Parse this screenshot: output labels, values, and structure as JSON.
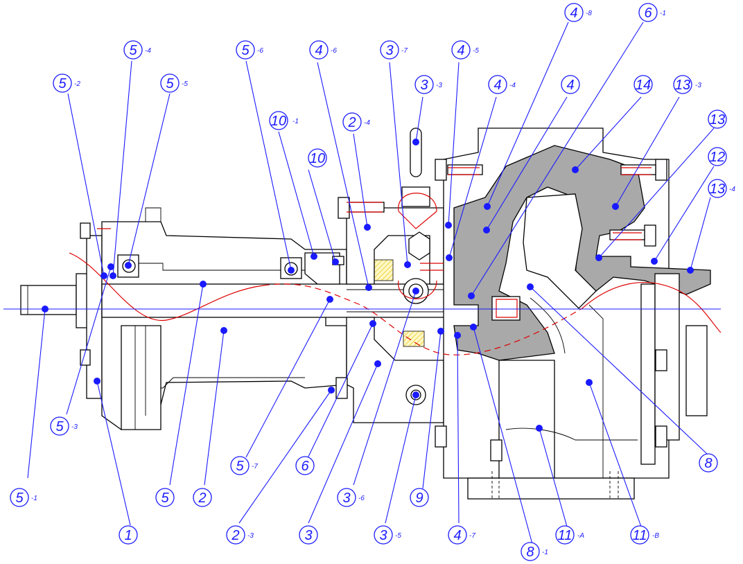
{
  "callouts": [
    {
      "num": "5",
      "suffix": "-1"
    },
    {
      "num": "5",
      "suffix": "-2"
    },
    {
      "num": "5",
      "suffix": "-3"
    },
    {
      "num": "5",
      "suffix": "-4"
    },
    {
      "num": "5",
      "suffix": "-5"
    },
    {
      "num": "5",
      "suffix": "-6"
    },
    {
      "num": "5",
      "suffix": "-7"
    },
    {
      "num": "5",
      "suffix": ""
    },
    {
      "num": "1",
      "suffix": ""
    },
    {
      "num": "2",
      "suffix": ""
    },
    {
      "num": "2",
      "suffix": "-3"
    },
    {
      "num": "2",
      "suffix": "-4"
    },
    {
      "num": "10",
      "suffix": "-1"
    },
    {
      "num": "10",
      "suffix": ""
    },
    {
      "num": "4",
      "suffix": "-6"
    },
    {
      "num": "3",
      "suffix": "-7"
    },
    {
      "num": "3",
      "suffix": "-3"
    },
    {
      "num": "4",
      "suffix": "-5"
    },
    {
      "num": "4",
      "suffix": "-4"
    },
    {
      "num": "4",
      "suffix": "-8"
    },
    {
      "num": "4",
      "suffix": ""
    },
    {
      "num": "6",
      "suffix": "-1"
    },
    {
      "num": "14",
      "suffix": ""
    },
    {
      "num": "13",
      "suffix": "-3"
    },
    {
      "num": "13",
      "suffix": ""
    },
    {
      "num": "12",
      "suffix": ""
    },
    {
      "num": "13",
      "suffix": "-4"
    },
    {
      "num": "6",
      "suffix": ""
    },
    {
      "num": "3",
      "suffix": ""
    },
    {
      "num": "3",
      "suffix": "-6"
    },
    {
      "num": "3",
      "suffix": "-5"
    },
    {
      "num": "9",
      "suffix": ""
    },
    {
      "num": "4",
      "suffix": "-7"
    },
    {
      "num": "8",
      "suffix": "-1"
    },
    {
      "num": "11",
      "suffix": "-A"
    },
    {
      "num": "11",
      "suffix": "-B"
    },
    {
      "num": "8",
      "suffix": ""
    }
  ],
  "colors": {
    "callout": "#1a1aff",
    "casing": "#a9a9a9",
    "section_line": "#dd0000",
    "hatch": "#e6c200"
  }
}
